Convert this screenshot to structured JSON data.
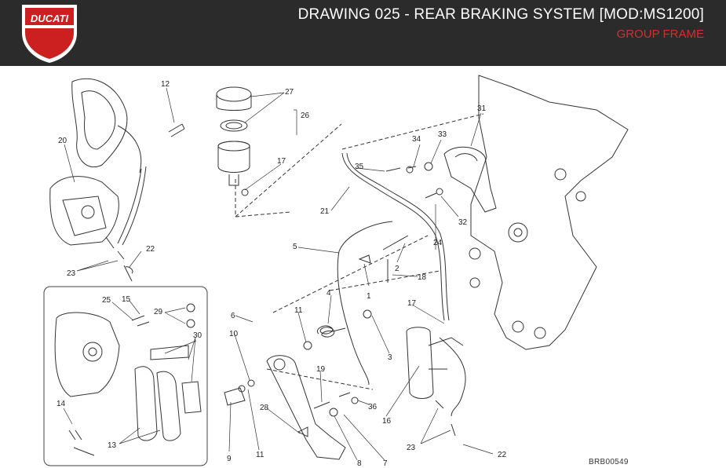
{
  "header": {
    "brand": "DUCATI",
    "title": "DRAWING 025 - REAR BRAKING SYSTEM [MOD:MS1200]",
    "subtitle": "GROUP FRAME"
  },
  "callouts": [
    "1",
    "2",
    "3",
    "4",
    "5",
    "6",
    "7",
    "8",
    "9",
    "10",
    "11",
    "11",
    "12",
    "13",
    "14",
    "15",
    "16",
    "17",
    "17",
    "18",
    "19",
    "20",
    "21",
    "22",
    "22",
    "23",
    "23",
    "24",
    "25",
    "26",
    "27",
    "28",
    "29",
    "30",
    "31",
    "32",
    "33",
    "34",
    "35",
    "36"
  ],
  "drawing_ref": "BRB00549",
  "colors": {
    "header_bg": "#2b2b2b",
    "accent": "#d0312d",
    "logo_red": "#cc1f1f"
  }
}
